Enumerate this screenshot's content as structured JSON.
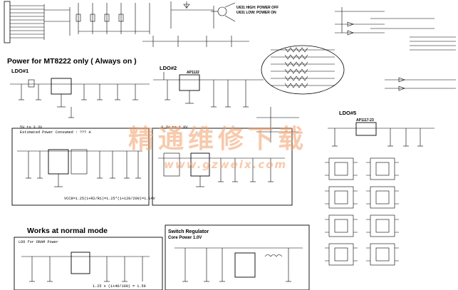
{
  "headings": {
    "power_mt8222": "Power for MT8222 only ( Always on )",
    "works_normal": "Works at  normal mode",
    "switch_regulator": "Switch Regulator",
    "core_power": "Core Power 1.0V"
  },
  "ldo": {
    "ldo1": "LDO#1",
    "ldo2": "LDO#2",
    "ldo5": "LDO#5",
    "ap1117_23": "AP1117-23",
    "ap1122": "AP1122"
  },
  "notes": {
    "u631_high": "U631 HIGH: POWER OFF",
    "u631_low": "U631 LOW: POWER ON",
    "v5_to_33": "5V to 3.3V",
    "estimated_current": "Estimated Power Consumed : ??? A",
    "v33_to_18": "3.3V to 1.8V",
    "vcc_eq": "VCC8=1.25(1+R2/R1)=1.25*(1+120/200)=1.14V",
    "ldo_ddr": "LDO for DRAM Power",
    "ddr_eq": "1.25 x (1+40/100) = 1.59"
  },
  "watermark": {
    "cn": "精通维修下载",
    "url": "www.gzweix.com"
  },
  "colors": {
    "ink": "#000000",
    "watermark": "#f2a06a"
  }
}
